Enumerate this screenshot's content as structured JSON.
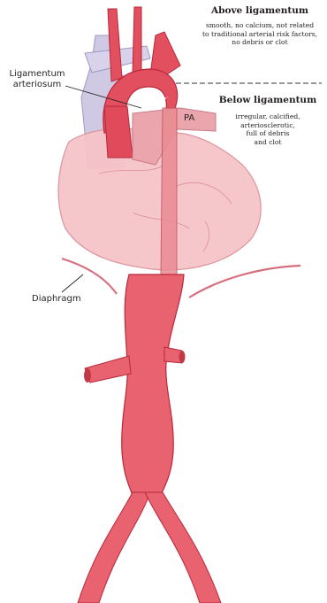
{
  "above": {
    "heading": "Above ligamentum",
    "lines": [
      "smooth, no calcium, not related",
      "to traditional arterial risk factors,",
      "no debris or clot"
    ]
  },
  "below": {
    "heading": "Below ligamentum",
    "lines": [
      "irregular, calcified,",
      "arteriosclerotic,",
      "full of debris",
      "and clot"
    ]
  },
  "ligamentum_label": [
    "Ligamentum",
    "arteriosum"
  ],
  "pa_label": "PA",
  "diaphragm_label": "Diaphragm",
  "colors": {
    "aorta": "#e2505f",
    "aorta_dark": "#b8283a",
    "heart": "#f4b7bd",
    "heart_dark": "#e58a95",
    "vein": "#c9c4df",
    "pulmonary": "#eaa5ad"
  }
}
